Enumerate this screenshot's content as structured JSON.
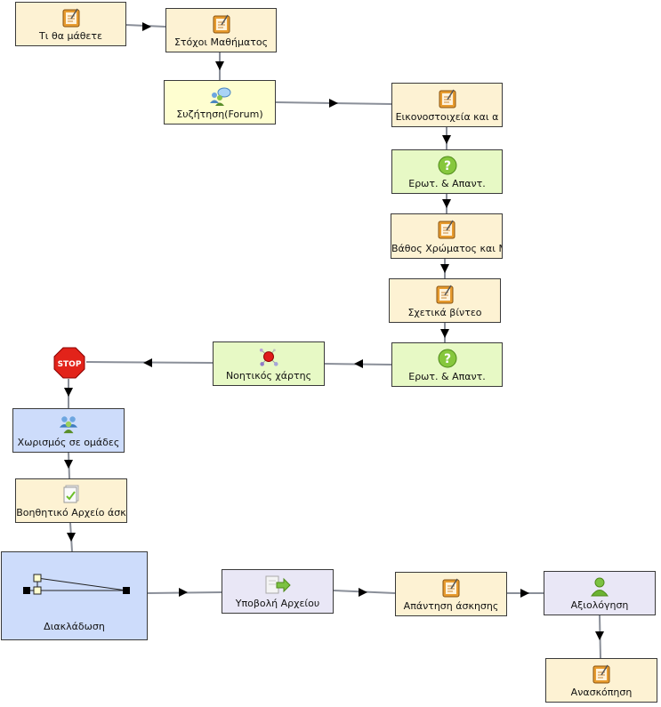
{
  "nodes": {
    "n1": {
      "label": "Τι θα μάθετε"
    },
    "n2": {
      "label": "Στόχοι Μαθήματος"
    },
    "n3": {
      "label": "Συζήτηση(Forum)"
    },
    "n4": {
      "label": "Εικονοστοιχεία και α"
    },
    "n5": {
      "label": "Ερωτ. & Απαντ."
    },
    "n6": {
      "label": "Βάθος Χρώματος και Μ"
    },
    "n7": {
      "label": "Σχετικά βίντεο"
    },
    "n8": {
      "label": "Ερωτ. & Απαντ."
    },
    "n9": {
      "label": "Νοητικός χάρτης"
    },
    "n10": {
      "label": "Χωρισμός σε ομάδες"
    },
    "n11": {
      "label": "Βοηθητικό Αρχείο άσκ"
    },
    "n12": {
      "label": "Διακλάδωση"
    },
    "n13": {
      "label": "Υποβολή Αρχείου"
    },
    "n14": {
      "label": "Απάντηση άσκησης"
    },
    "n15": {
      "label": "Αξιολόγηση"
    },
    "n16": {
      "label": "Ανασκόπηση"
    }
  },
  "stop": {
    "label": "STOP"
  }
}
